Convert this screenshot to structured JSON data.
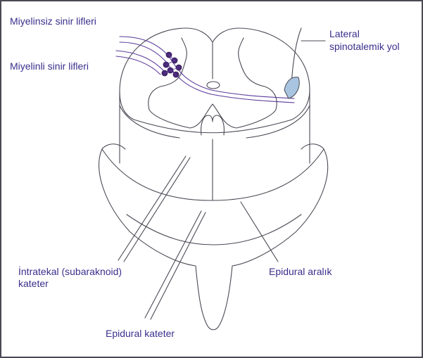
{
  "labels": {
    "unmyelinated_fibers": "Miyelinsiz sinir lifleri",
    "myelinated_fibers": "Miyelinli sinir lifleri",
    "lateral_tract_line1": "Lateral",
    "lateral_tract_line2": "spinotalemik yol",
    "intrathecal_line1": "İntratekal (subaraknoid)",
    "intrathecal_line2": "kateter",
    "epidural_space": "Epidural aralık",
    "epidural_catheter": "Epidural kateter"
  },
  "colors": {
    "line": "#4a4a55",
    "label_text": "#3a2f8c",
    "nerve_fiber": "#5b3a9a",
    "neuron": "#4a2878",
    "tract": "#a8c4e0"
  }
}
